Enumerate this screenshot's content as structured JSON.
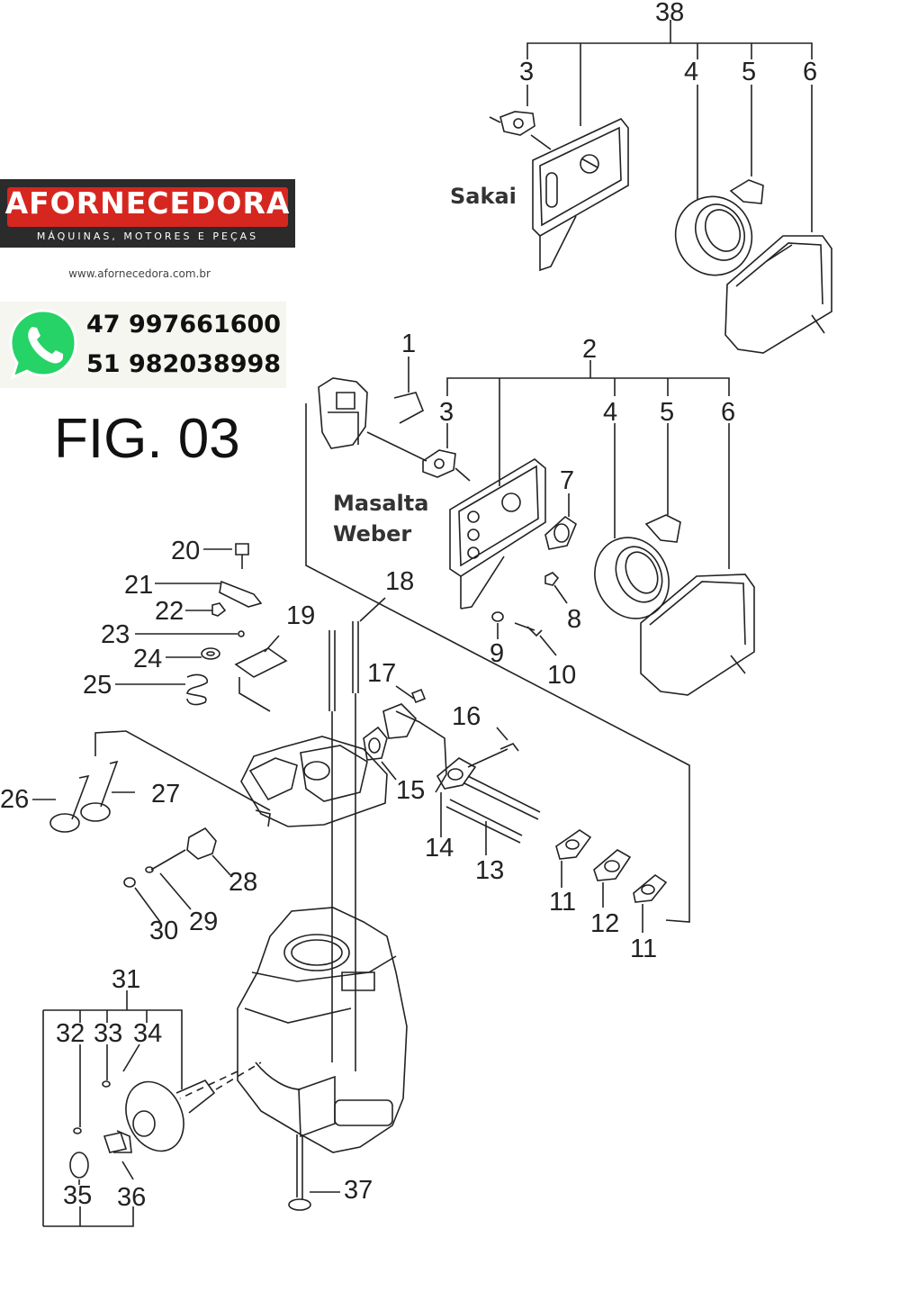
{
  "brand": {
    "name": "AFORNECEDORA",
    "tagline": "MÁQUINAS, MOTORES E PEÇAS",
    "website": "www.afornecedora.com.br",
    "phones": [
      "47 997661600",
      "51 982038998"
    ],
    "colors": {
      "red": "#d5271f",
      "dark": "#2b2b2b",
      "whatsapp": "#25d366"
    }
  },
  "figure": {
    "title": "FIG. 03",
    "brand_labels": [
      "Sakai",
      "Masalta",
      "Weber"
    ],
    "part_numbers": [
      "38",
      "3",
      "4",
      "5",
      "6",
      "1",
      "2",
      "3",
      "4",
      "5",
      "6",
      "7",
      "8",
      "9",
      "10",
      "20",
      "21",
      "22",
      "23",
      "24",
      "25",
      "18",
      "19",
      "17",
      "16",
      "15",
      "14",
      "13",
      "11",
      "12",
      "11",
      "26",
      "27",
      "28",
      "29",
      "30",
      "31",
      "32",
      "33",
      "34",
      "35",
      "36",
      "37"
    ]
  }
}
